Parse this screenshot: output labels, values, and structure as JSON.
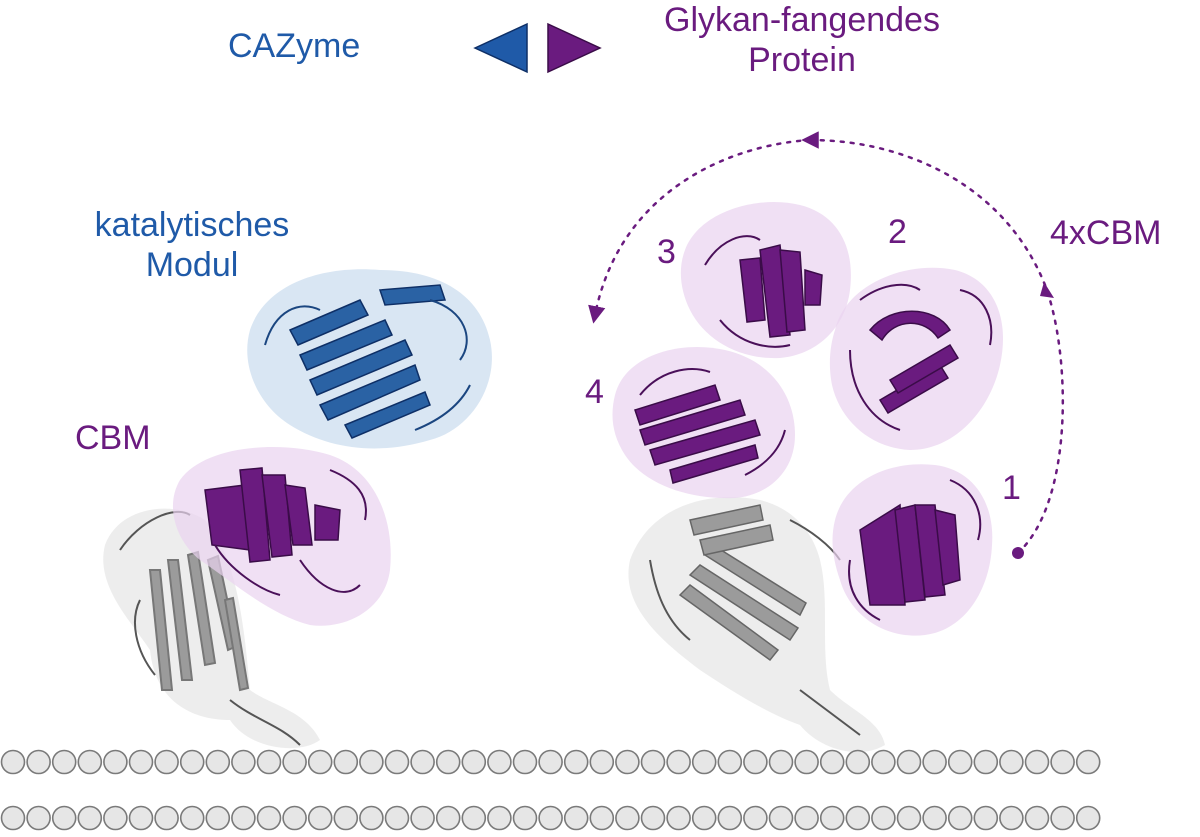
{
  "header": {
    "left_label": "CAZyme",
    "right_label_line1": "Glykan-fangendes",
    "right_label_line2": "Protein"
  },
  "left_protein": {
    "catalytic_label_line1": "katalytisches",
    "catalytic_label_line2": "Modul",
    "cbm_label": "CBM"
  },
  "right_protein": {
    "group_label": "4xCBM",
    "domain_numbers": [
      "1",
      "2",
      "3",
      "4"
    ]
  },
  "colors": {
    "cazyme_blue": "#1f5aa8",
    "cbm_purple": "#6a1b7f",
    "anchor_gray": "#8a8a8a",
    "glycan_bead_fill": "#e6e6e6",
    "glycan_bead_stroke": "#7a7a7a"
  },
  "icons": [
    "left-arrow-triangle-icon",
    "right-arrow-triangle-icon",
    "rotation-arrow-icon"
  ]
}
